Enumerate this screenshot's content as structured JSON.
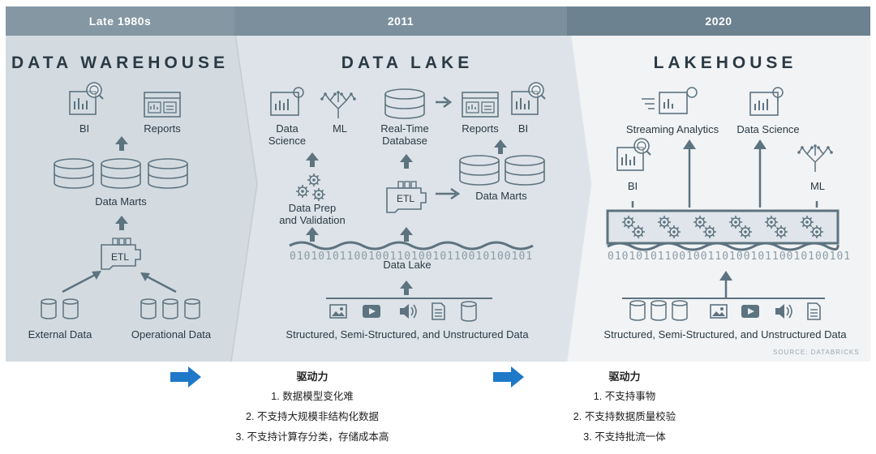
{
  "eras": [
    {
      "year": "Late 1980s",
      "title": "DATA WAREHOUSE",
      "labels": {
        "bi": "BI",
        "reports": "Reports",
        "data_marts": "Data Marts",
        "etl": "ETL",
        "external": "External Data",
        "operational": "Operational Data"
      }
    },
    {
      "year": "2011",
      "title": "DATA LAKE",
      "labels": {
        "data_science_1": "Data",
        "data_science_2": "Science",
        "ml": "ML",
        "realtime_1": "Real-Time",
        "realtime_2": "Database",
        "reports": "Reports",
        "bi": "BI",
        "prep_1": "Data Prep",
        "prep_2": "and Validation",
        "etl": "ETL",
        "data_marts": "Data Marts",
        "lake": "Data Lake",
        "sources": "Structured, Semi-Structured, and Unstructured Data"
      }
    },
    {
      "year": "2020",
      "title": "LAKEHOUSE",
      "labels": {
        "streaming": "Streaming Analytics",
        "data_science": "Data Science",
        "bi": "BI",
        "ml": "ML",
        "sources": "Structured, Semi-Structured, and Unstructured Data",
        "source_credit": "SOURCE: DATABRICKS"
      }
    }
  ],
  "binary_strip": "0101010110010011010010110010100101",
  "drivers": [
    {
      "heading": "驱动力",
      "items": [
        "1. 数据模型变化难",
        "2. 不支持大规模非结构化数据",
        "3. 不支持计算存分类，存储成本高"
      ]
    },
    {
      "heading": "驱动力",
      "items": [
        "1. 不支持事物",
        "2. 不支持数据质量校验",
        "3. 不支持批流一体"
      ]
    }
  ],
  "colors": {
    "header_bar": "#6d8290",
    "panel_1": "#d3dbe1",
    "panel_2": "#dde3e8",
    "panel_3": "#f1f3f5",
    "icon": "#5d7380",
    "arrow_accent": "#1f78c8"
  }
}
